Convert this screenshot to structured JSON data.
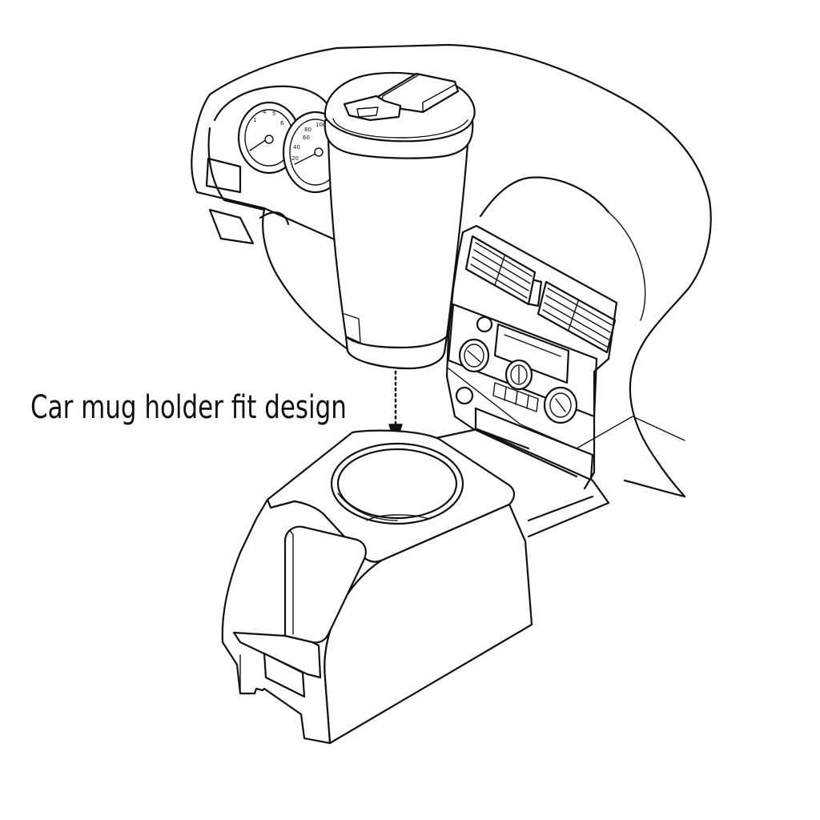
{
  "caption": "Car mug holder fit design",
  "speedometer_left_numbers": [
    "1",
    "4",
    "5",
    "6"
  ],
  "speedometer_right_numbers": [
    "100",
    "80",
    "60",
    "40",
    "20"
  ],
  "colors": {
    "ink": "#111111",
    "background": "#ffffff"
  }
}
